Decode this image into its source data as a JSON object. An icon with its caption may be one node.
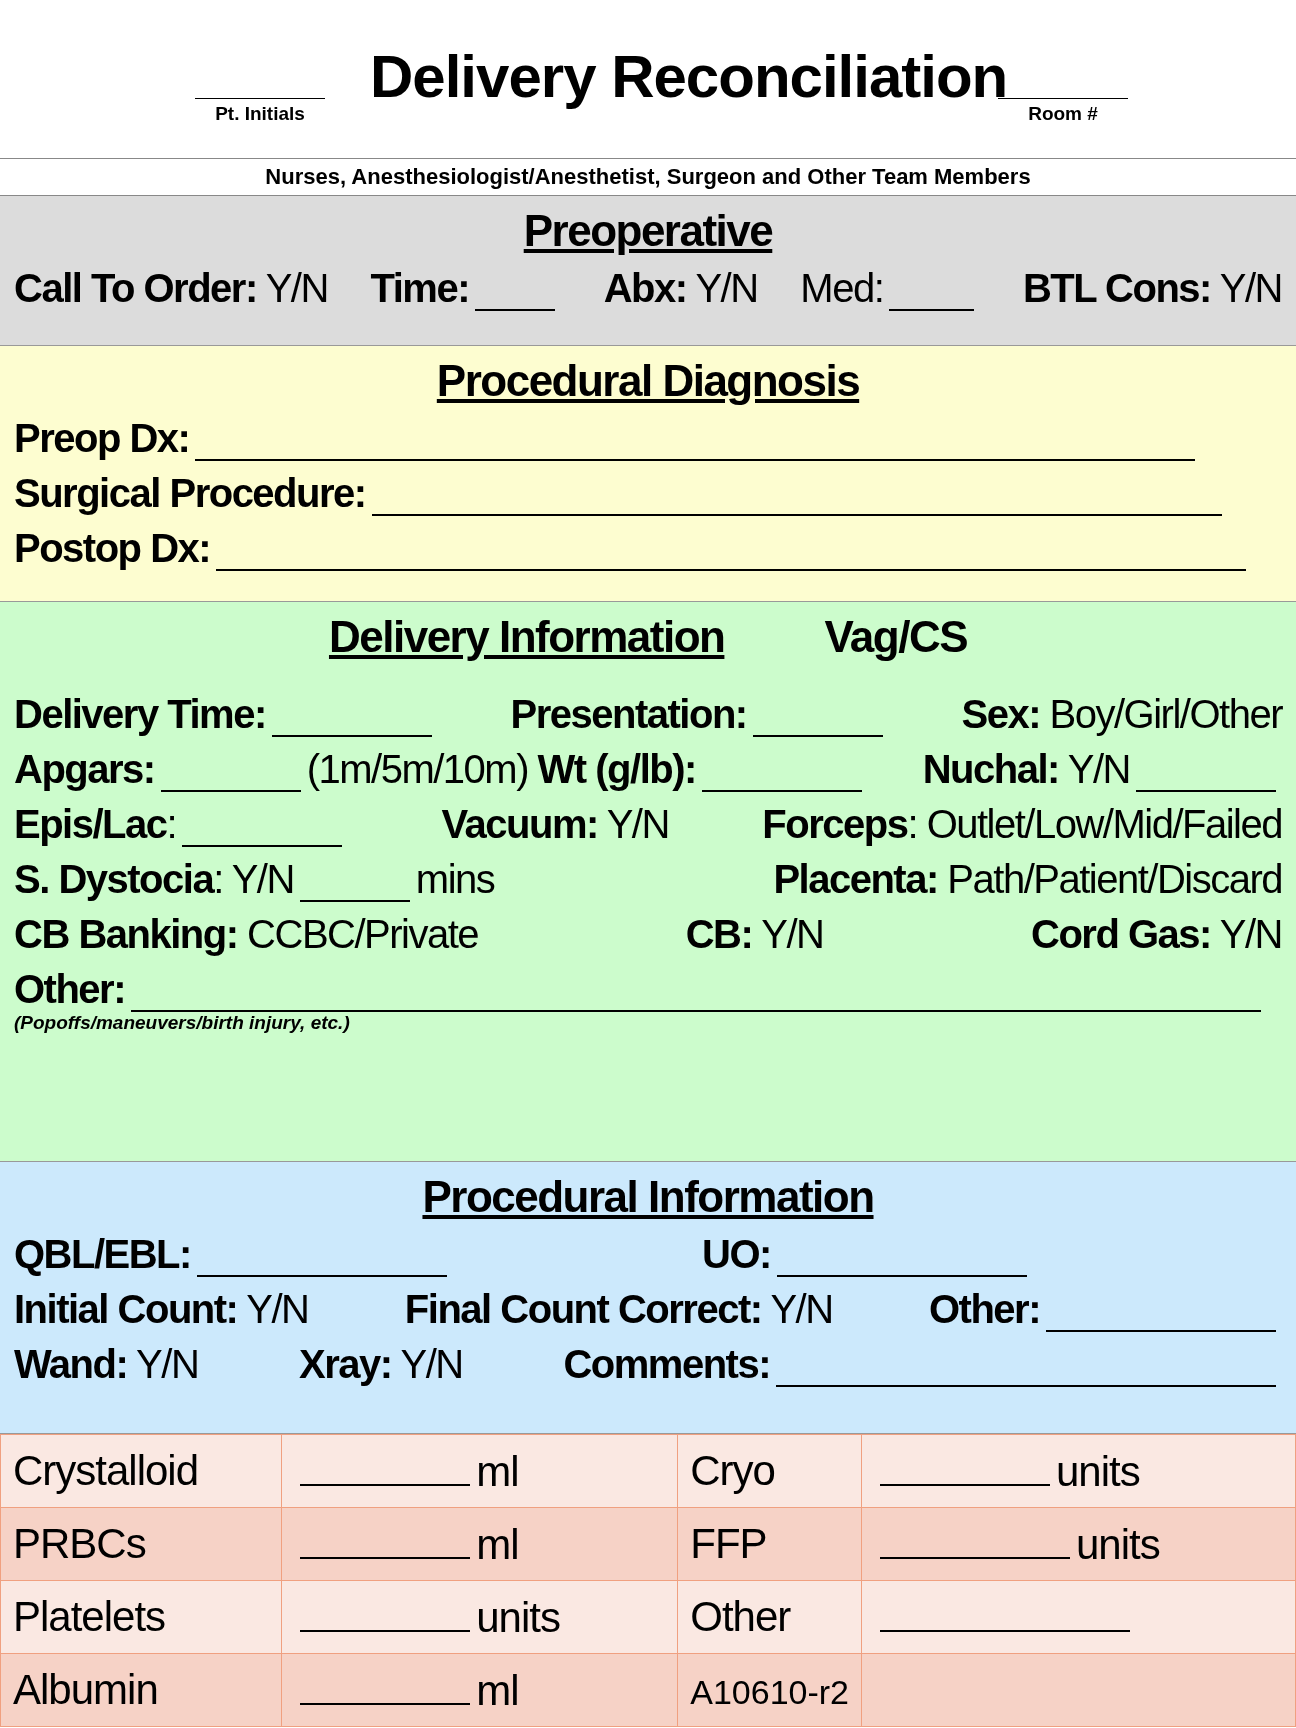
{
  "diagram": {
    "title": "Delivery Reconciliation",
    "nodes": [
      {
        "text": [
          "Preoperative",
          "**Call To Order:** Y/N",
          "**Time:**",
          "**Abx:** Y/N",
          "Med:",
          "**BTL Cons:** Y/N"
        ]
      },
      {
        "text": [
          "Procedural Diagnosis",
          "**Preop Dx:**",
          "**Surgical Procedure:**",
          "**Postop Dx:**"
        ]
      },
      {
        "text": [
          "Delivery Information",
          "Vag/CS",
          "**Delivery Time:**",
          "**Presentation:**",
          "**Sex:** Boy/Girl/Other",
          "**Apgars:**",
          "(1m/5m/10m) **Wt (g/lb):**",
          "**Nuchal:** Y/N",
          "**Epis/Lac**:",
          "**Vacuum:** Y/N",
          "**Forceps**: Outlet/Low/Mid/Failed",
          "**S. Dystocia**: Y/N",
          "mins",
          "**Placenta:** Path/Patient/Discard",
          "**CB Banking:** CCBC/Private",
          "**CB:** Y/N",
          "**Cord Gas:** Y/N",
          "**Other:**",
          "(Popoffs/maneuvers/birth injury, etc.)"
        ]
      },
      {
        "text": [
          "Procedural Information",
          "**QBL/EBL:**",
          "**UO:**",
          "**Initial Count:** Y/N",
          "**Final Count Correct:** Y/N",
          "**Other:**",
          "**Wand:** Y/N",
          "**Xray:** Y/N",
          "**Comments:**"
        ]
      }
    ],
    "labels": [
      "Pt. Initials",
      "Room #",
      "Nurses, Anesthesiologist/Anesthetist, Surgeon and Other Team Members",
      "Crystalloid",
      "ml",
      "Cryo",
      "units",
      "PRBCs",
      "ml",
      "FFP",
      "units",
      "Platelets",
      "units",
      "Other",
      "Albumin",
      "ml",
      "A10610-r2"
    ]
  }
}
